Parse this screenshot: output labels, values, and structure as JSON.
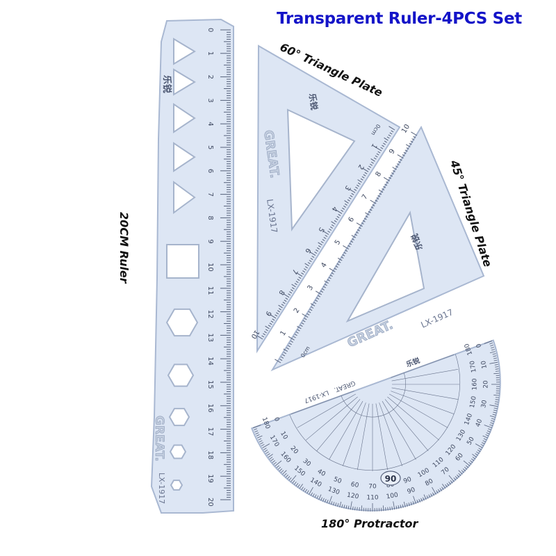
{
  "title": "Transparent Ruler-4PCS Set",
  "labels": {
    "ruler": "20CM Ruler",
    "triangle60": "60° Triangle Plate",
    "triangle45": "45° Triangle Plate",
    "protractor": "180° Protractor"
  },
  "brand": "GREAT.",
  "model": "LX-1917",
  "brand_cn": "乐锐",
  "zero_cm": "0cm",
  "ruler_numbers": [
    "0",
    "1",
    "2",
    "3",
    "4",
    "5",
    "6",
    "7",
    "8",
    "9",
    "10",
    "11",
    "12",
    "13",
    "14",
    "15",
    "16",
    "17",
    "18",
    "19",
    "20"
  ],
  "triangle60_numbers": [
    "1",
    "2",
    "3",
    "4",
    "5",
    "6",
    "7",
    "8",
    "9",
    "10"
  ],
  "triangle45_numbers": [
    "1",
    "2",
    "3",
    "4",
    "5",
    "6",
    "7",
    "8",
    "9",
    "10"
  ],
  "protractor_center_label": "90",
  "colors": {
    "plastic": "#dde6f4",
    "edge": "#a9b8d2",
    "marks": "#55607a",
    "title": "#1414c8"
  }
}
